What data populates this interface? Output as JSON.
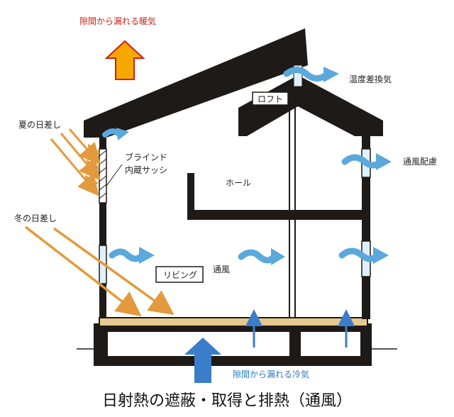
{
  "title": "日射熱の遮蔽・取得と排熱（通風）",
  "labels": {
    "warm_air_leak": "隙間から漏れる暖気",
    "cold_air_leak": "隙間から漏れる冷気",
    "summer_sun": "夏の日差し",
    "winter_sun": "冬の日差し",
    "blind_line1": "ブラインド",
    "blind_line2": "内蔵サッシ",
    "loft": "ロフト",
    "temp_diff_vent": "温度差換気",
    "hall": "ホール",
    "cross_vent": "通風配慮",
    "living": "リビング",
    "ventilation": "通風"
  },
  "colors": {
    "structure": "#1e1a18",
    "warm_arrow": "#f5a800",
    "warm_arrow_outline": "#d21f10",
    "cold_arrow": "#3a7dc9",
    "sun_arrow": "#e39a3c",
    "wind_arrow": "#5aa8dc",
    "floor_board": "#e6c98e"
  }
}
